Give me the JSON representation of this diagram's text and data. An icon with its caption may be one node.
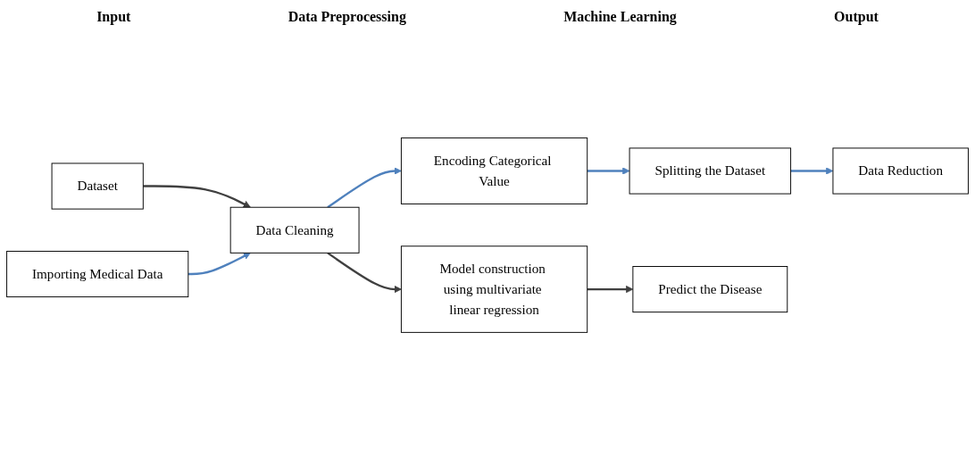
{
  "diagram": {
    "nodes": [
      {
        "text": [
          "Dataset"
        ]
      },
      {
        "text": [
          "Importing Medical Data"
        ]
      },
      {
        "text": [
          "Data Cleaning"
        ]
      },
      {
        "text": [
          "Encoding Categorical Value"
        ]
      },
      {
        "text": [
          "Splitting the Dataset"
        ]
      },
      {
        "text": [
          "Data Reduction"
        ]
      },
      {
        "text": [
          "Model construction using multivariate linear regression"
        ]
      },
      {
        "text": [
          "Predict the Disease"
        ]
      }
    ],
    "edges": [
      {
        "from": 0,
        "to": 2,
        "arrow": "to",
        "color": "#404040"
      },
      {
        "from": 1,
        "to": 2,
        "arrow": "to",
        "color": "#4f81bd"
      },
      {
        "from": 2,
        "to": 3,
        "arrow": "to",
        "color": "#4f81bd"
      },
      {
        "from": 3,
        "to": 4,
        "arrow": "to",
        "color": "#4f81bd"
      },
      {
        "from": 4,
        "to": 5,
        "arrow": "to",
        "color": "#4f81bd"
      },
      {
        "from": 2,
        "to": 6,
        "arrow": "to",
        "color": "#404040"
      },
      {
        "from": 6,
        "to": 7,
        "arrow": "to",
        "color": "#404040"
      }
    ],
    "labels": [
      "Input",
      "Data Preprocessing",
      "Machine Learning",
      "Output"
    ]
  }
}
